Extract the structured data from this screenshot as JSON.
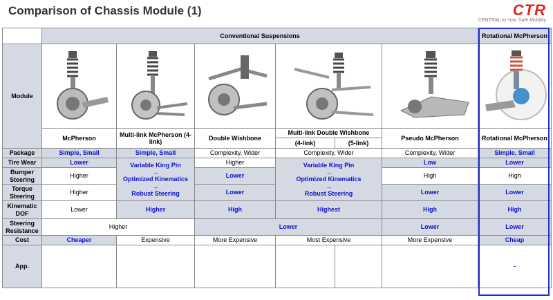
{
  "title": "Comparison of Chassis Module (1)",
  "logo": {
    "mark": "CTR",
    "tagline": "CENTRAL to Your Safe Mobility"
  },
  "header": {
    "conventional": "Conventional Suspensions",
    "rotational": "Rotational McPherson"
  },
  "row_labels": {
    "module": "Module",
    "package": "Package",
    "tire_wear": "Tire Wear",
    "bumper_steering": "Bumper Steering",
    "torque_steering": "Torque Steering",
    "kinematic_dof": "Kinematic DOF",
    "steering_resistance": "Steering Resistance",
    "cost": "Cost",
    "app": "App."
  },
  "columns": {
    "mcpherson": "McPherson",
    "multilink_mcpherson": "Multi-link  McPherson (4-link)",
    "double_wishbone": "Double Wishbone",
    "multilink_dw": "Multi-link Double Wishbone",
    "multilink_dw_4": "(4-link)",
    "multilink_dw_5": "(5-link)",
    "pseudo_mcpherson": "Pseudo McPherson",
    "rotational_mcpherson": "Rotational McPherson"
  },
  "package": {
    "mcpherson": "Simple, Small",
    "multilink_mcpherson": "Simple, Small",
    "double_wishbone": "Complexity, Wider",
    "multilink_dw": "Complexity, Wider",
    "pseudo_mcpherson": "Complexity, Wider",
    "rotational": "Simple, Small"
  },
  "tire_wear": {
    "mcpherson": "Lower",
    "double_wishbone": "Higher",
    "pseudo_mcpherson": "Low",
    "rotational": "Lower"
  },
  "merged_mml": {
    "line1": "Variable King Pin",
    "arrow1": "→",
    "line2": "Optimized Kinematics",
    "arrow2": "→",
    "line3": "Robust Steering"
  },
  "merged_mdw": {
    "line1": "Variable King Pin",
    "arrow1": "→",
    "line2": "Optimized Kinematics",
    "arrow2": "→",
    "line3": "Robust Steering"
  },
  "bumper_steering": {
    "mcpherson": "Higher",
    "double_wishbone": "Lower",
    "pseudo_mcpherson": "High",
    "rotational": "High"
  },
  "torque_steering": {
    "mcpherson": "Higher",
    "double_wishbone": "Lower",
    "pseudo_mcpherson": "Lower",
    "rotational": "Lower"
  },
  "kinematic_dof": {
    "mcpherson": "Lower",
    "multilink_mcpherson": "Higher",
    "double_wishbone": "High",
    "multilink_dw": "Highest",
    "pseudo_mcpherson": "High",
    "rotational": "High"
  },
  "steering_resistance": {
    "mcpherson_group": "Higher",
    "dw_group": "Lower",
    "pseudo_mcpherson": "Lower",
    "rotational": "Lower"
  },
  "cost": {
    "mcpherson": "Cheaper",
    "multilink_mcpherson": "Expensive",
    "double_wishbone": "More Expensive",
    "multilink_dw": "Most Expensive",
    "pseudo_mcpherson": "More Expensive",
    "rotational": "Cheap"
  },
  "app": {
    "rotational": "-"
  },
  "colors": {
    "blue_text": "#0b12c8",
    "grey_fill": "#d4d9e4",
    "highlight_frame": "#1e2fd6",
    "logo_red": "#e1251b"
  }
}
